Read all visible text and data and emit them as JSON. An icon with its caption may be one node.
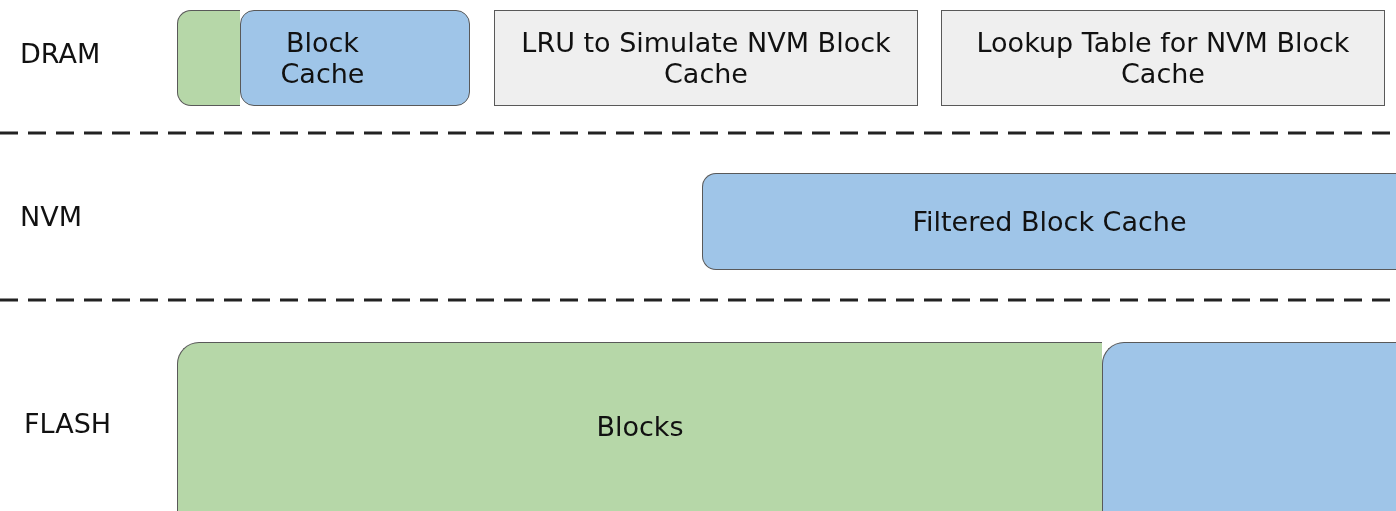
{
  "diagram": {
    "nodes": [
      {
        "text": [],
        "shape": "box"
      },
      {
        "text": [
          "Block Cache"
        ]
      },
      {
        "text": [
          "LRU to Simulate NVM Block Cache"
        ]
      },
      {
        "text": [
          "Lookup Table for NVM Block Cache"
        ]
      },
      {
        "text": [
          "Filtered Block Cache"
        ]
      },
      {
        "text": [
          "Blocks"
        ]
      },
      {
        "text": [],
        "shape": "box"
      }
    ],
    "labels": [
      "DRAM",
      "NVM",
      "FLASH"
    ]
  }
}
